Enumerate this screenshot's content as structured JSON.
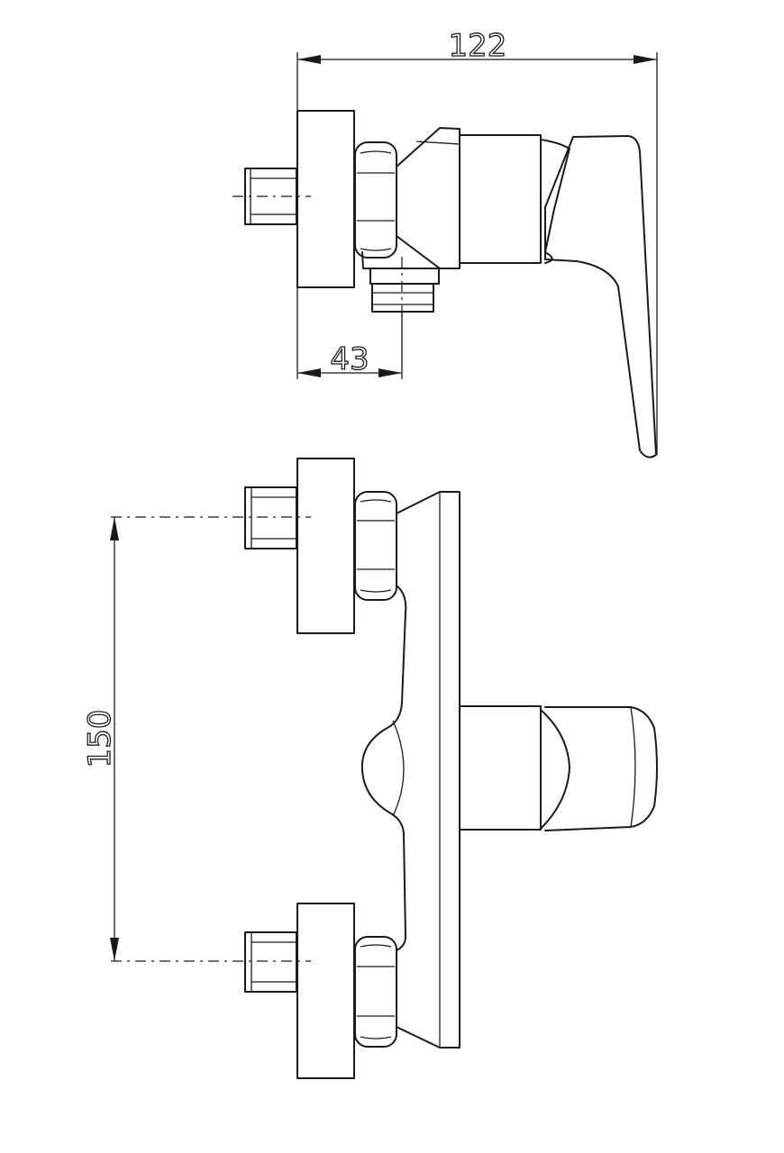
{
  "dimensions": {
    "overall_depth": "122",
    "outlet_offset": "43",
    "inlet_spacing": "150"
  },
  "colors": {
    "line": "#1a1a1a",
    "background": "#ffffff"
  }
}
